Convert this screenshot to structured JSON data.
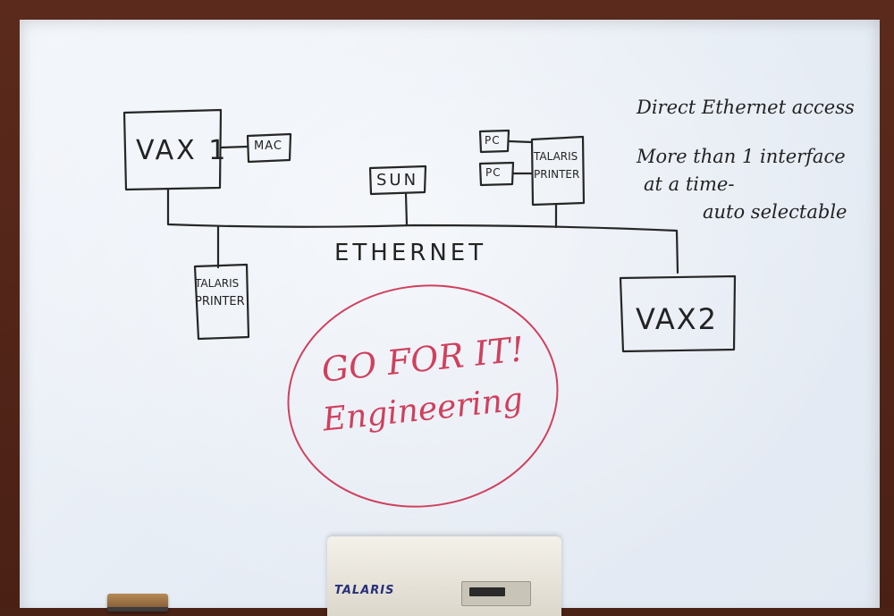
{
  "whiteboard": {
    "nodes": {
      "vax1": "VAX 1",
      "mac": "MAC",
      "sun": "SUN",
      "pc1": "PC",
      "pc2": "PC",
      "talaris_top_line1": "TALARIS",
      "talaris_top_line2": "PRINTER",
      "talaris_left_line1": "TALARIS",
      "talaris_left_line2": "PRINTER",
      "vax2": "VAX2"
    },
    "network_label": "ETHERNET",
    "notes": [
      "Direct Ethernet access",
      "More than 1 interface",
      "at a time-",
      "auto selectable"
    ],
    "slogan": {
      "line1": "GO FOR IT!",
      "line2": "Engineering"
    }
  },
  "printer_device": {
    "brand": "TALARIS"
  },
  "colors": {
    "frame": "#5b2a1c",
    "board": "#eef2f7",
    "marker_black": "#232323",
    "marker_red": "#d0405d",
    "brand_blue": "#27307a"
  }
}
